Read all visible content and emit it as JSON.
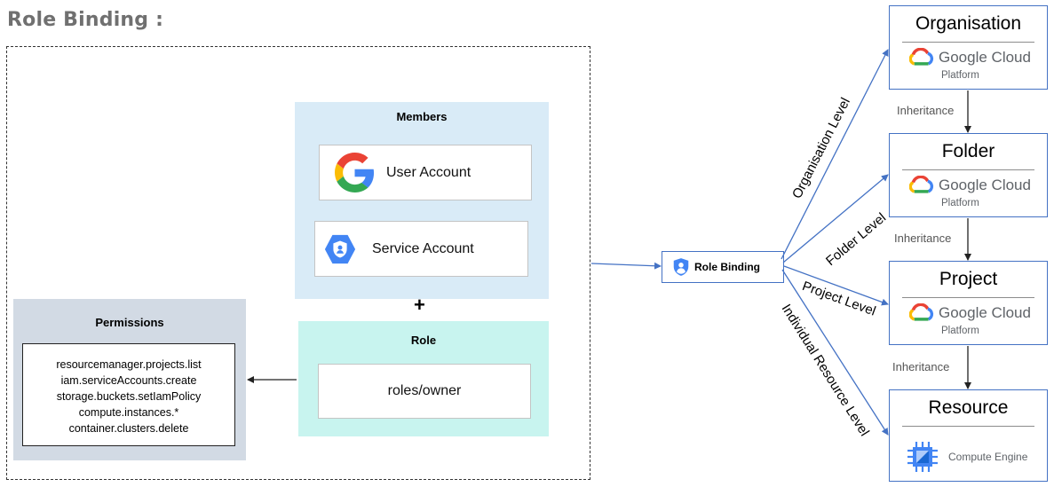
{
  "title": "Role Binding :",
  "members": {
    "heading": "Members",
    "user_account": "User Account",
    "service_account": "Service Account"
  },
  "plus": "+",
  "role": {
    "heading": "Role",
    "value": "roles/owner"
  },
  "permissions": {
    "heading": "Permissions",
    "items": [
      "resourcemanager.projects.list",
      "iam.serviceAccounts.create",
      "storage.buckets.setIamPolicy",
      "compute.instances.*",
      "container.clusters.delete"
    ]
  },
  "role_binding": "Role Binding",
  "hierarchy": [
    {
      "title": "Organisation",
      "brand": "Google Cloud",
      "sub": "Platform"
    },
    {
      "title": "Folder",
      "brand": "Google Cloud",
      "sub": "Platform"
    },
    {
      "title": "Project",
      "brand": "Google Cloud",
      "sub": "Platform"
    },
    {
      "title": "Resource",
      "product": "Compute Engine"
    }
  ],
  "inheritance_labels": [
    "Inheritance",
    "Inheritance",
    "Inheritance"
  ],
  "edge_labels": {
    "organisation": "Organisation Level",
    "folder": "Folder Level",
    "project": "Project Level",
    "resource": "Individual Resource Level"
  },
  "colors": {
    "members_bg": "#d9ebf7",
    "role_bg": "#c8f4ef",
    "permissions_bg": "#d2dae4",
    "connector_blue": "#4472c4"
  },
  "icons": {
    "user": "google-g-icon",
    "service": "service-account-icon",
    "binding": "role-binding-icon",
    "cloud": "google-cloud-logo-icon",
    "compute": "compute-engine-icon"
  }
}
